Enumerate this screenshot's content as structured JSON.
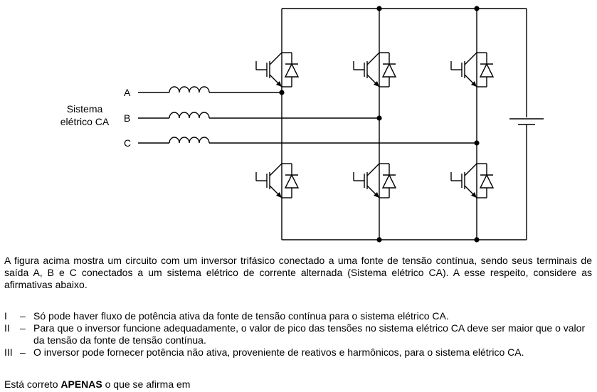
{
  "circuit": {
    "system_label_line1": "Sistema",
    "system_label_line2": "elétrico CA",
    "phase_labels": [
      "A",
      "B",
      "C"
    ]
  },
  "intro": "A figura acima mostra um circuito com um inversor trifásico conectado a uma fonte de tensão contínua, sendo seus terminais de saída A, B e C conectados a um sistema elétrico de corrente alternada (Sistema elétrico CA). A esse respeito, considere as afirmativas abaixo.",
  "statements": [
    {
      "numeral": "I",
      "dash": "–",
      "text": "Só pode haver fluxo de potência ativa da fonte de tensão contínua para o sistema elétrico CA."
    },
    {
      "numeral": "II",
      "dash": "–",
      "text": "Para que o inversor funcione adequadamente, o valor de pico das tensões no sistema elétrico CA deve ser maior que o valor da tensão da fonte de tensão contínua."
    },
    {
      "numeral": "III",
      "dash": "–",
      "text": "O inversor pode fornecer potência não ativa, proveniente de reativos e harmônicos, para o sistema elétrico CA."
    }
  ],
  "question": {
    "prefix": "Está correto ",
    "emphasis": "APENAS",
    "suffix": " o que se afirma em"
  }
}
